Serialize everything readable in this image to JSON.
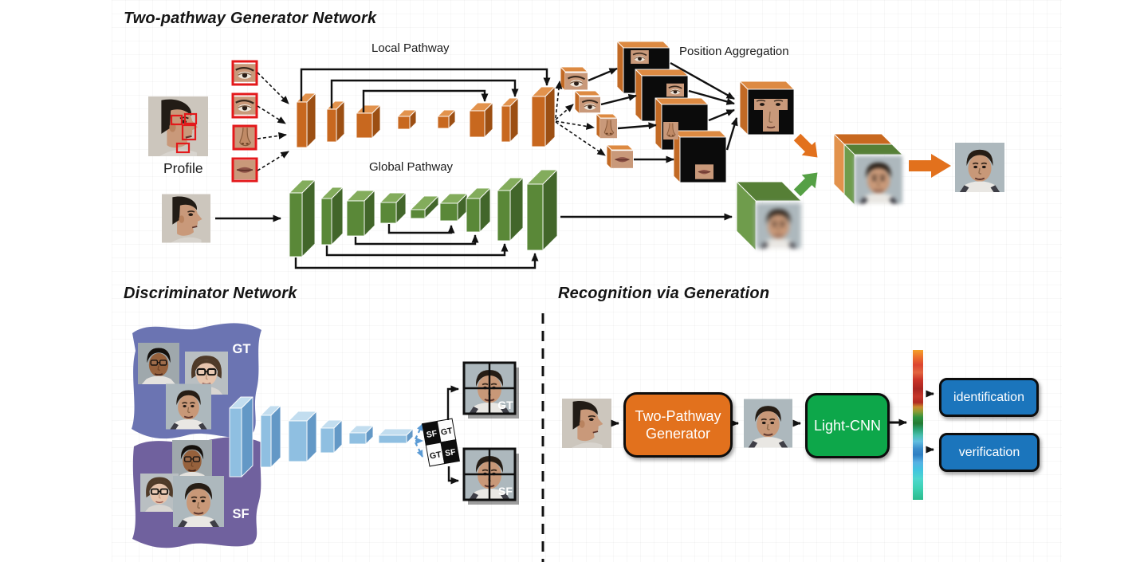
{
  "generator": {
    "title": "Two-pathway Generator Network",
    "local_pathway_label": "Local Pathway",
    "position_aggregation_label": "Position Aggregation",
    "global_pathway_label": "Global Pathway",
    "profile_label": "Profile"
  },
  "discriminator": {
    "title": "Discriminator Network",
    "gt_banner_label": "GT",
    "sf_banner_label": "SF",
    "tile": {
      "top_left": "SF",
      "top_right": "GT",
      "bottom_left": "GT",
      "bottom_right": "SF"
    },
    "gt_patch_label": "GT",
    "sf_patch_label": "SF"
  },
  "recognition": {
    "title": "Recognition via Generation",
    "generator_box_line1": "Two-Pathway",
    "generator_box_line2": "Generator",
    "lightcnn_label": "Light-CNN",
    "identification_label": "identification",
    "verification_label": "verification"
  },
  "icons": {
    "flow_arrow": "black-right-arrow",
    "skip_connection": "elbow-arrow",
    "merge_arrow_orange": "thick-orange-arrow",
    "merge_arrow_green": "thick-green-arrow",
    "feature_vector": "rainbow-colorbar",
    "landmark_box": "red-rectangle"
  },
  "colors": {
    "box_orange": "#E2711D",
    "box_green": "#0DA74A",
    "box_blue": "#1B75BC",
    "conv_orange": "#C8681F",
    "conv_green": "#5A8838",
    "conv_blue": "#8FBFE1",
    "banner_gt": "#6B74B2",
    "banner_sf": "#70619E",
    "landmark_red": "#E3191B"
  }
}
